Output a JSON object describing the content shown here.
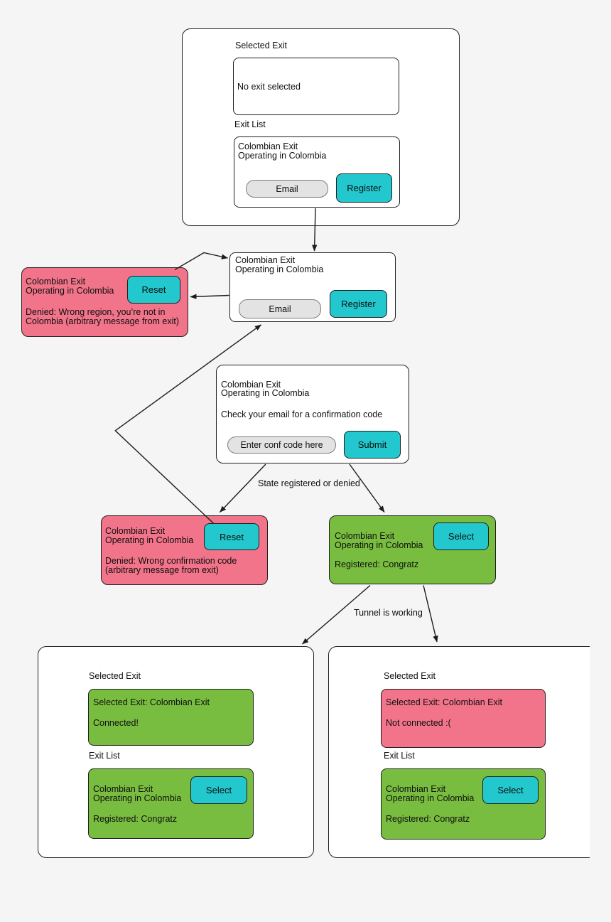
{
  "colors": {
    "background": "#f5f5f6",
    "box_border": "#1f1f1f",
    "button_cyan": "#22c8cd",
    "denied_pink": "#f1748a",
    "registered_green": "#79bd40",
    "input_gray": "#e3e3e3",
    "input_border": "#7d7d7d",
    "arrow": "#1c1c1c",
    "text": "#0e0e0e"
  },
  "initial_panel": {
    "selected_exit_label": "Selected Exit",
    "selected_box": {
      "message": "No exit selected"
    },
    "exit_list_label": "Exit List",
    "exit_item": {
      "name": "Colombian Exit",
      "description": "Operating in Colombia",
      "email_placeholder": "Email",
      "register_label": "Register"
    }
  },
  "register_node": {
    "name": "Colombian Exit",
    "description": "Operating in Colombia",
    "email_placeholder": "Email",
    "register_label": "Register"
  },
  "denied_region_node": {
    "name": "Colombian Exit",
    "description": "Operating in Colombia",
    "reset_label": "Reset",
    "message_line1": "Denied: Wrong region, you’re not in",
    "message_line2": "Colombia (arbitrary message from exit)"
  },
  "confirmation_node": {
    "name": "Colombian Exit",
    "description": "Operating in Colombia",
    "prompt": "Check your email for a confirmation code",
    "code_placeholder": "Enter conf code here",
    "submit_label": "Submit"
  },
  "edge_labels": {
    "registered_or_denied": "State registered or denied",
    "tunnel_working": "Tunnel is working"
  },
  "denied_code_node": {
    "name": "Colombian Exit",
    "description": "Operating in Colombia",
    "reset_label": "Reset",
    "message_line1": "Denied: Wrong confirmation code",
    "message_line2": "(arbitrary message from exit)"
  },
  "registered_node": {
    "name": "Colombian Exit",
    "description": "Operating in Colombia",
    "select_label": "Select",
    "status": "Registered: Congratz"
  },
  "connected_panel": {
    "selected_exit_label": "Selected Exit",
    "selected_box": {
      "line1": "Selected Exit: Colombian Exit",
      "line2": "Connected!"
    },
    "exit_list_label": "Exit List",
    "exit_item": {
      "name": "Colombian Exit",
      "description": "Operating in Colombia",
      "select_label": "Select",
      "status": "Registered: Congratz"
    }
  },
  "not_connected_panel": {
    "selected_exit_label": "Selected Exit",
    "selected_box": {
      "line1": "Selected Exit: Colombian Exit",
      "line2": "Not connected :("
    },
    "exit_list_label": "Exit List",
    "exit_item": {
      "name": "Colombian Exit",
      "description": "Operating in Colombia",
      "select_label": "Select",
      "status": "Registered: Congratz"
    }
  }
}
